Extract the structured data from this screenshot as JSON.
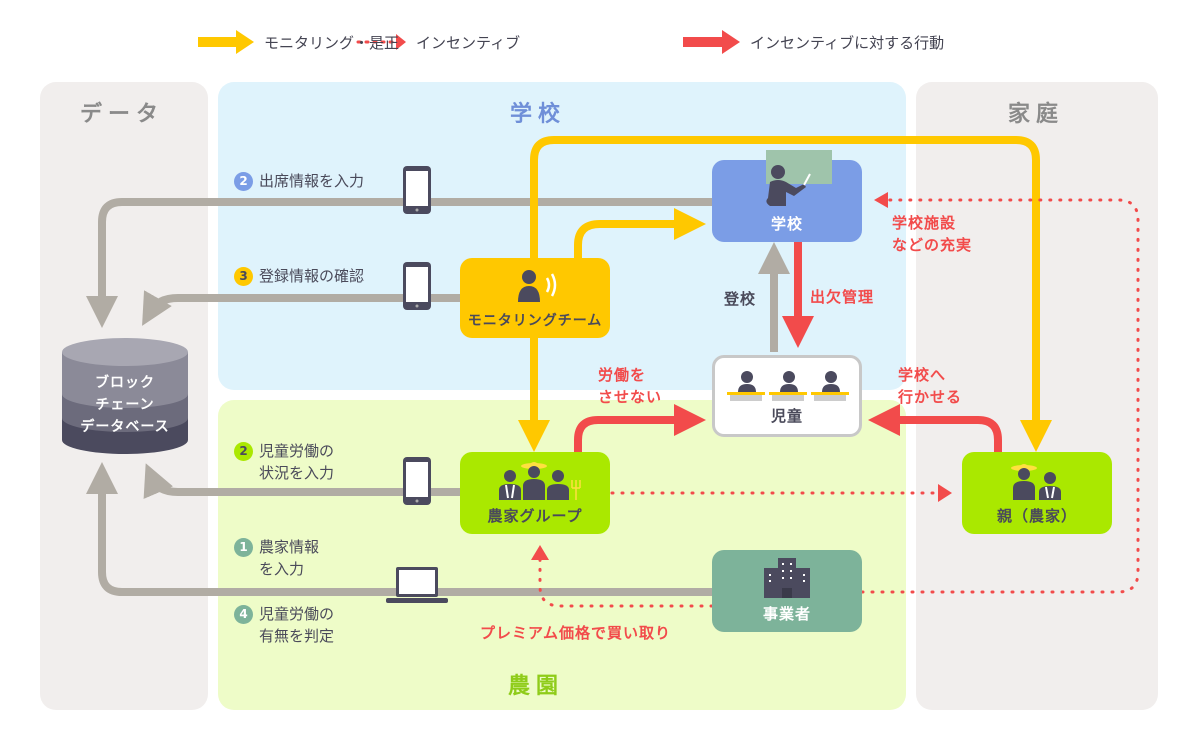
{
  "legend": [
    {
      "label": "モニタリング・是正",
      "style": "solid-arrow",
      "color": "#ffc800"
    },
    {
      "label": "インセンティブ",
      "style": "dotted-arrow",
      "color": "#f24b4b"
    },
    {
      "label": "インセンティブに対する行動",
      "style": "solid-arrow",
      "color": "#f24b4b"
    }
  ],
  "zones": {
    "data": {
      "title": "データ",
      "color": "#8a8a8a"
    },
    "school": {
      "title": "学校",
      "color": "#6f8fd8"
    },
    "farm": {
      "title": "農園",
      "color": "#8fcc1a"
    },
    "home": {
      "title": "家庭",
      "color": "#8a8a8a"
    }
  },
  "database": {
    "lines": [
      "ブロック",
      "チェーン",
      "データベース"
    ]
  },
  "nodes": {
    "school": {
      "label": "学校",
      "color": "#7b9de6",
      "icon": "teacher-icon"
    },
    "monitoring": {
      "label": "モニタリングチーム",
      "color": "#ffc800",
      "icon": "person-signal-icon"
    },
    "children": {
      "label": "児童",
      "color": "#ffffff",
      "icon": "students-icon"
    },
    "farmers": {
      "label": "農家グループ",
      "color": "#aae800",
      "icon": "farmers-icon"
    },
    "parents": {
      "label": "親（農家）",
      "color": "#aae800",
      "icon": "parents-icon"
    },
    "business": {
      "label": "事業者",
      "color": "#7db39a",
      "icon": "building-icon"
    }
  },
  "steps": [
    {
      "num": "2",
      "color": "#7b9de6",
      "lines": [
        "出席情報を入力"
      ],
      "device": "smartphone-icon"
    },
    {
      "num": "3",
      "color": "#ffc800",
      "lines": [
        "登録情報の確認"
      ],
      "device": "smartphone-icon"
    },
    {
      "num": "2",
      "color": "#aae800",
      "lines": [
        "児童労働の",
        "状況を入力"
      ],
      "device": "smartphone-icon"
    },
    {
      "num": "1",
      "color": "#7db39a",
      "lines": [
        "農家情報",
        "を入力"
      ],
      "device": "laptop-icon"
    },
    {
      "num": "4",
      "color": "#7db39a",
      "lines": [
        "児童労働の",
        "有無を判定"
      ]
    }
  ],
  "labels": {
    "attend": "登校",
    "attendance_mgmt": "出欠管理",
    "school_facilities": [
      "学校施設",
      "などの充実"
    ],
    "no_labor": [
      "労働を",
      "させない"
    ],
    "send_school": [
      "学校へ",
      "行かせる"
    ],
    "premium": "プレミアム価格で買い取り"
  }
}
